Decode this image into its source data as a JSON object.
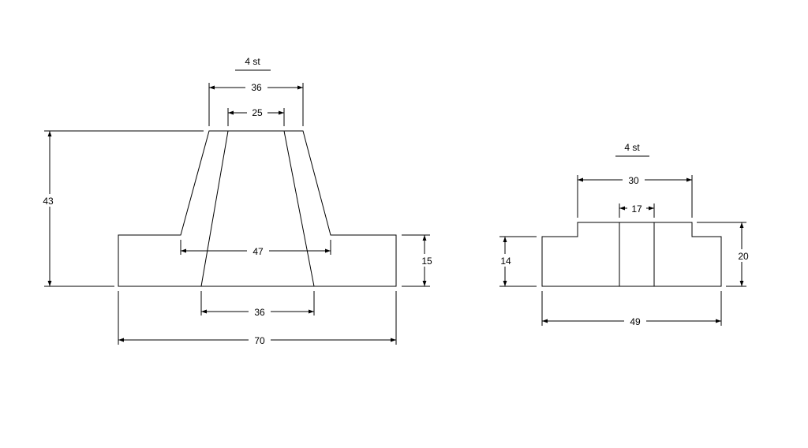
{
  "part_left": {
    "quantity": "4 st",
    "dimensions": {
      "top_outer": "36",
      "top_inner": "25",
      "height_total": "43",
      "mid_width": "47",
      "flange_height": "15",
      "bottom_inner": "36",
      "overall_width": "70"
    }
  },
  "part_right": {
    "quantity": "4 st",
    "dimensions": {
      "boss_width": "30",
      "slot_width": "17",
      "left_height": "14",
      "right_height": "20",
      "overall_width": "49"
    }
  }
}
